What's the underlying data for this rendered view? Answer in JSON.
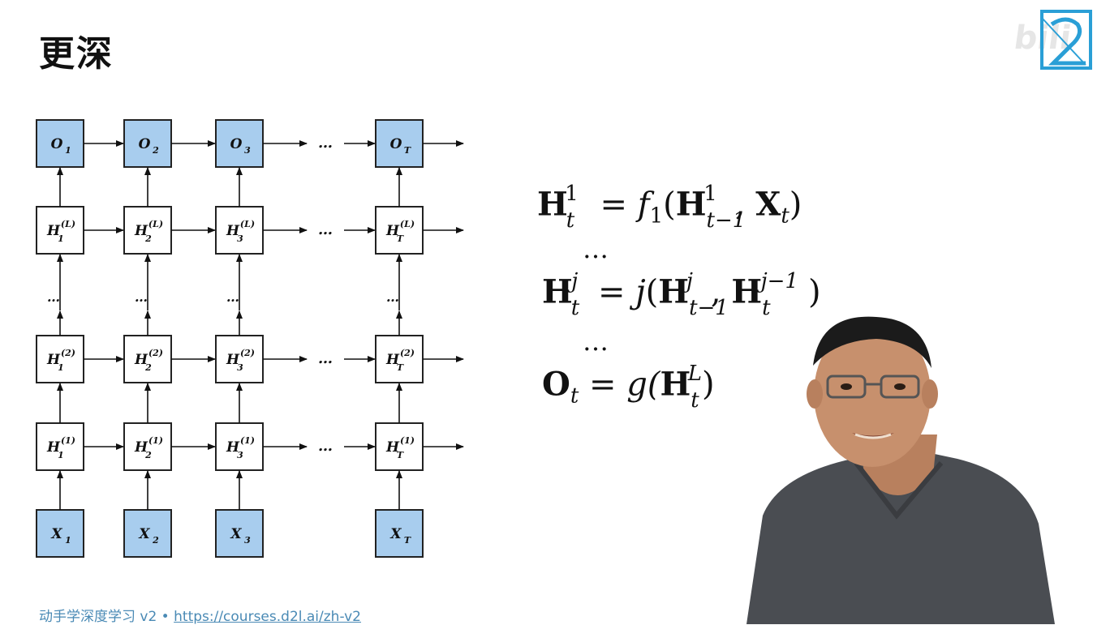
{
  "title": "更深",
  "watermark": "bili",
  "diagram": {
    "columns": [
      {
        "sub": "1"
      },
      {
        "sub": "2"
      },
      {
        "sub": "3"
      },
      {
        "sub": "T"
      }
    ],
    "output_label": "O",
    "input_label": "X",
    "hidden_label": "H",
    "layer_superscripts": [
      "(L)",
      "(2)",
      "(1)"
    ],
    "ellipsis": "…"
  },
  "equations": {
    "eq1": {
      "lhs": "H",
      "lhs_sub": "t",
      "lhs_sup": "1",
      "rhs": "= f",
      "f_sub": "1",
      "arg1": "H",
      "arg1_sub": "t−1",
      "arg1_sup": "1",
      "arg2": "X",
      "arg2_sub": "t"
    },
    "dots1": "…",
    "eq2": {
      "lhs": "H",
      "lhs_sub": "t",
      "lhs_sup": "j",
      "rhs": "= j",
      "arg1": "H",
      "arg1_sub": "t−1",
      "arg1_sup": "j",
      "arg2": "H",
      "arg2_sub": "t",
      "arg2_sup": "j−1"
    },
    "dots2": "…",
    "eq3": {
      "lhs": "O",
      "lhs_sub": "t",
      "rhs": "= g(",
      "arg": "H",
      "arg_sub": "t",
      "arg_sup": "L",
      "close": ")"
    }
  },
  "footer": {
    "text": "动手学深度学习 v2 • ",
    "link": "https://courses.d2l.ai/zh-v2"
  },
  "colors": {
    "box_blue": "#a8cdee",
    "box_white": "#ffffff",
    "link": "#4a8ab5",
    "shirt": "#4a4d52",
    "skin": "#c7906d"
  },
  "icons": {
    "logo": "d2l-logo-icon"
  }
}
